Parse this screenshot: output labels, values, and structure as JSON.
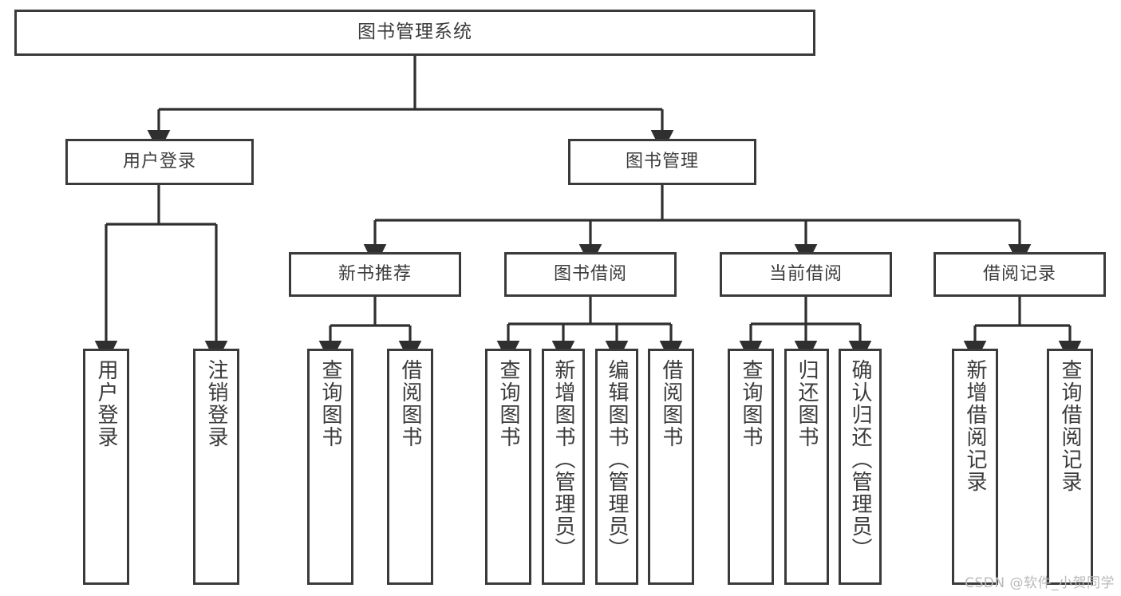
{
  "diagram": {
    "title": "图书管理系统",
    "watermark": "CSDN @软件_小贺同学",
    "colors": {
      "background": "#ffffff",
      "node_border": "#3a3a3a",
      "node_fill": "#ffffff",
      "text": "#3b3b3b",
      "connector": "#2f2f2f",
      "watermark": "#b9b9b9"
    },
    "root": {
      "label": "图书管理系统"
    },
    "level1": [
      {
        "label": "用户登录"
      },
      {
        "label": "图书管理"
      }
    ],
    "level2": [
      {
        "label": "新书推荐"
      },
      {
        "label": "图书借阅"
      },
      {
        "label": "当前借阅"
      },
      {
        "label": "借阅记录"
      }
    ],
    "leaves": {
      "user_login": [
        {
          "label": "用户登录"
        },
        {
          "label": "注销登录"
        }
      ],
      "new_book_recommend": [
        {
          "label": "查询图书"
        },
        {
          "label": "借阅图书"
        }
      ],
      "book_borrow": [
        {
          "label": "查询图书"
        },
        {
          "label": "新增图书（管理员）"
        },
        {
          "label": "编辑图书（管理员）"
        },
        {
          "label": "借阅图书"
        }
      ],
      "current_borrow": [
        {
          "label": "查询图书"
        },
        {
          "label": "归还图书"
        },
        {
          "label": "确认归还（管理员）"
        }
      ],
      "borrow_record": [
        {
          "label": "新增借阅记录"
        },
        {
          "label": "查询借阅记录"
        }
      ]
    }
  }
}
